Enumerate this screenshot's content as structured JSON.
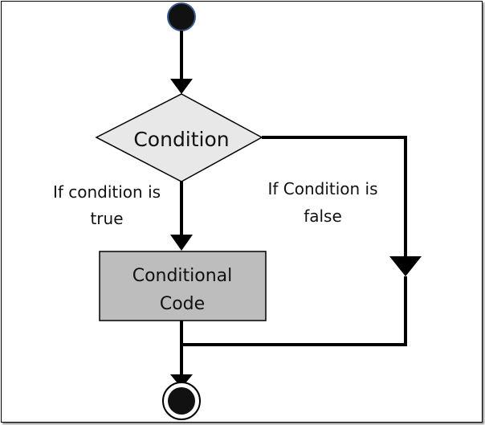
{
  "diagram": {
    "decision": "Condition",
    "process": {
      "line1": "Conditional",
      "line2": "Code"
    },
    "branch_true": {
      "line1": "If condition is",
      "line2": "true"
    },
    "branch_false": {
      "line1": "If Condition is",
      "line2": "false"
    }
  },
  "colors": {
    "node_fill": "#bdbdbd",
    "decision_fill": "#e8e8e8",
    "stroke": "#000000",
    "start_fill": "#111111",
    "start_outline": "#3b5b8f"
  }
}
